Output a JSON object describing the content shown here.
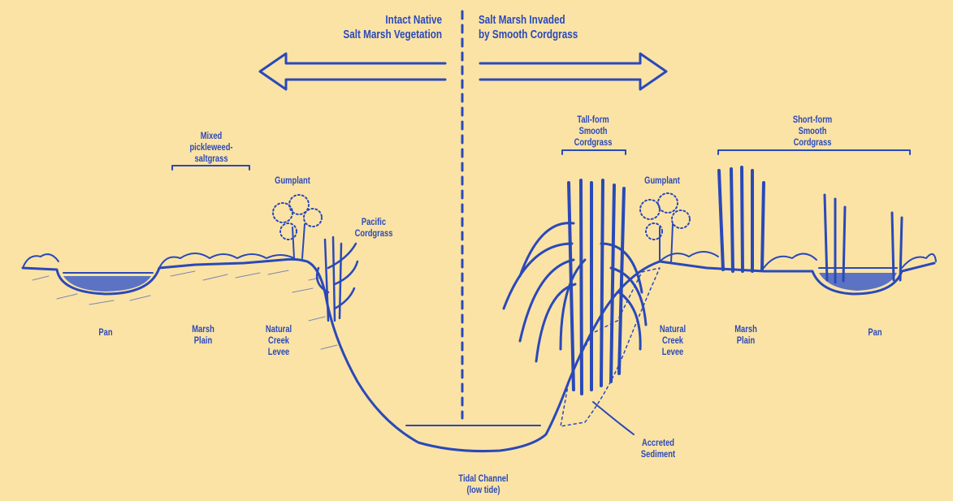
{
  "colors": {
    "background": "#fbe3a6",
    "ink": "#2a49b8",
    "water": "#3f5fc9"
  },
  "header": {
    "left": "Intact Native\nSalt Marsh Vegetation",
    "right": "Salt Marsh Invaded\nby Smooth Cordgrass"
  },
  "labels": {
    "mixed": "Mixed\npickleweed-\nsaltgrass",
    "gumplant_left": "Gumplant",
    "pacific_cordgrass": "Pacific\nCordgrass",
    "tall_form": "Tall-form\nSmooth\nCordgrass",
    "gumplant_right": "Gumplant",
    "short_form": "Short-form\nSmooth\nCordgrass",
    "pan_left": "Pan",
    "marsh_plain_left": "Marsh\nPlain",
    "levee_left": "Natural\nCreek\nLevee",
    "levee_right": "Natural\nCreek\nLevee",
    "marsh_plain_right": "Marsh\nPlain",
    "pan_right": "Pan",
    "accreted": "Accreted\nSediment",
    "channel": "Tidal Channel\n(low tide)"
  }
}
